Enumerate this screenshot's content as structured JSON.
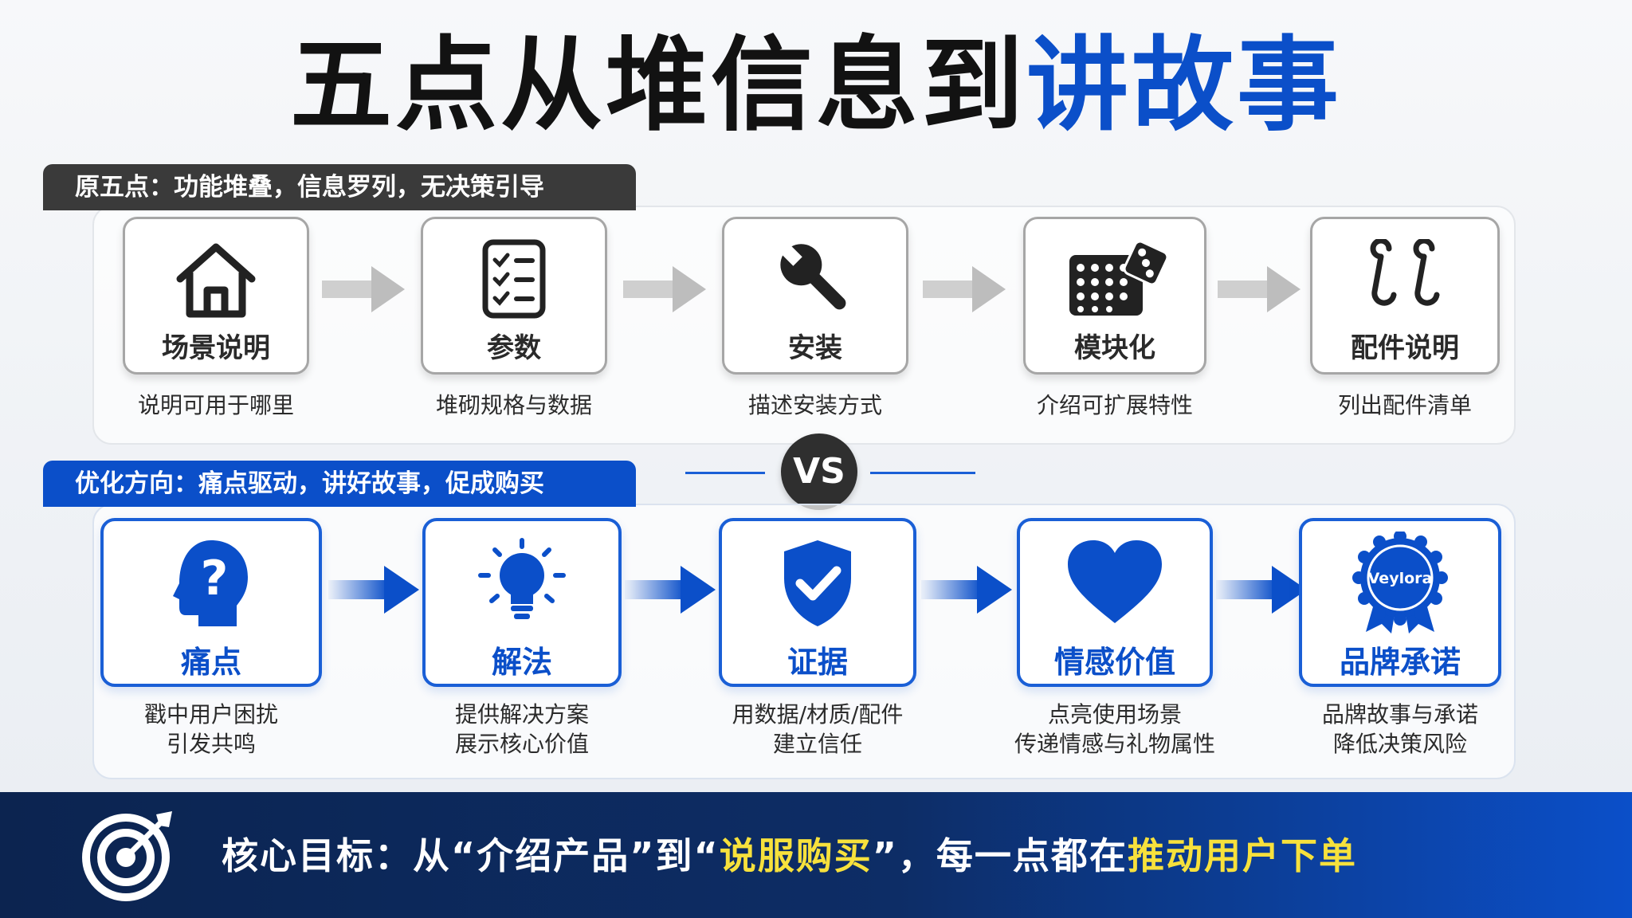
{
  "title": {
    "part1": "五点从堆信息到",
    "part2": "讲故事"
  },
  "original_section": {
    "label": "原五点：功能堆叠，信息罗列，无决策引导",
    "items": [
      {
        "label": "场景说明",
        "desc": "说明可用于哪里",
        "icon": "house-icon"
      },
      {
        "label": "参数",
        "desc": "堆砌规格与数据",
        "icon": "checklist-icon"
      },
      {
        "label": "安装",
        "desc": "描述安装方式",
        "icon": "wrench-icon"
      },
      {
        "label": "模块化",
        "desc": "介绍可扩展特性",
        "icon": "modules-icon"
      },
      {
        "label": "配件说明",
        "desc": "列出配件清单",
        "icon": "s-hooks-icon"
      }
    ]
  },
  "vs": "VS",
  "optimized_section": {
    "label": "优化方向：痛点驱动，讲好故事，促成购买",
    "items": [
      {
        "label": "痛点",
        "desc1": "戳中用户困扰",
        "desc2": "引发共鸣",
        "icon": "head-question-icon"
      },
      {
        "label": "解法",
        "desc1": "提供解决方案",
        "desc2": "展示核心价值",
        "icon": "lightbulb-icon"
      },
      {
        "label": "证据",
        "desc1": "用数据/材质/配件",
        "desc2": "建立信任",
        "icon": "shield-check-icon"
      },
      {
        "label": "情感价值",
        "desc1": "点亮使用场景",
        "desc2": "传递情感与礼物属性",
        "icon": "heart-icon"
      },
      {
        "label": "品牌承诺",
        "desc1": "品牌故事与承诺",
        "desc2": "降低决策风险",
        "icon": "badge-icon",
        "badge_text": "Veylora"
      }
    ]
  },
  "footer": {
    "prefix": "核心目标：从“介绍产品”到“",
    "highlight1": "说服购买",
    "middle": "”，每一点都在",
    "highlight2": "推动用户下单",
    "icon": "target-icon"
  },
  "colors": {
    "blue": "#0b4fc9",
    "dark": "#3a3a3a",
    "yellow": "#f7e13c",
    "navy": "#0c2450"
  }
}
